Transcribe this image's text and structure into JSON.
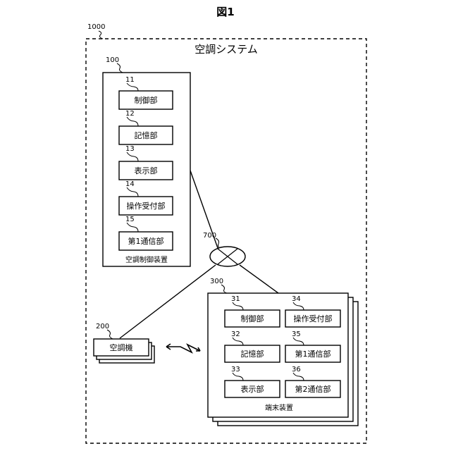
{
  "figure": {
    "title": "図1"
  },
  "system": {
    "ref": "1000",
    "title": "空調システム"
  },
  "controller": {
    "ref": "100",
    "caption": "空調制御装置",
    "units": [
      {
        "ref": "11",
        "label": "制御部"
      },
      {
        "ref": "12",
        "label": "記憶部"
      },
      {
        "ref": "13",
        "label": "表示部"
      },
      {
        "ref": "14",
        "label": "操作受付部"
      },
      {
        "ref": "15",
        "label": "第1通信部"
      }
    ]
  },
  "network": {
    "ref": "700"
  },
  "aircon": {
    "ref": "200",
    "label": "空調機"
  },
  "terminal": {
    "ref": "300",
    "caption": "端末装置",
    "units": [
      {
        "ref": "31",
        "label": "制御部"
      },
      {
        "ref": "32",
        "label": "記憶部"
      },
      {
        "ref": "33",
        "label": "表示部"
      },
      {
        "ref": "34",
        "label": "操作受付部"
      },
      {
        "ref": "35",
        "label": "第1通信部"
      },
      {
        "ref": "36",
        "label": "第2通信部"
      }
    ]
  }
}
